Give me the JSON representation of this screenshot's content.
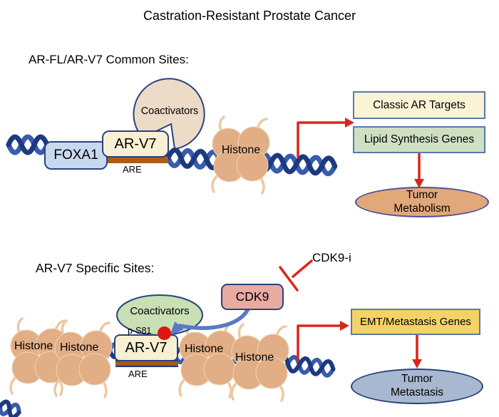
{
  "title": "Castration-Resistant Prostate Cancer",
  "section1": {
    "label": "AR-FL/AR-V7 Common Sites:",
    "foxa1_label": "FOXA1",
    "arv7_label": "AR-V7",
    "are_label": "ARE",
    "coactivators_label": "Coactivators",
    "histone_label": "Histone",
    "classic_ar_targets_label": "Classic AR Targets",
    "lipid_synthesis_label": "Lipid Synthesis Genes",
    "tumor_metabolism_label": "Tumor Metabolism"
  },
  "section2": {
    "label": "AR-V7 Specific Sites:",
    "cdk9_label": "CDK9",
    "cdk9_inhibitor_label": "CDK9-i",
    "coactivators_label": "Coactivators",
    "phospho_label": "p-S81",
    "arv7_label": "AR-V7",
    "are_label": "ARE",
    "histone_labels": [
      "Histone",
      "Histone",
      "Histone",
      "Histone"
    ],
    "emt_metastasis_label": "EMT/Metastasis Genes",
    "tumor_metastasis_label": "Tumor Metastasis"
  },
  "colors": {
    "dna_dark": "#1d3a80",
    "dna_light": "#3a5cae",
    "histone_fill": "#e2ae86",
    "arrow_red": "#da251d",
    "arrow_blue": "#5b78c6",
    "foxa1_fill": "#c8d9ef",
    "arv7_fill": "#f8f0d3",
    "are_fill": "#ae5c19",
    "coactivators_s1_fill": "#ecdbc6",
    "coactivators_s2_fill": "#c9dfb4",
    "cdk9_fill": "#e9aaa2",
    "classic_fill": "#fbf3d6",
    "lipid_fill": "#cfe0c2",
    "metabolism_fill": "#e1a87a",
    "emt_fill": "#f3d368",
    "metastasis_fill": "#a9b8d1",
    "phospho_dot": "#dd1611"
  }
}
